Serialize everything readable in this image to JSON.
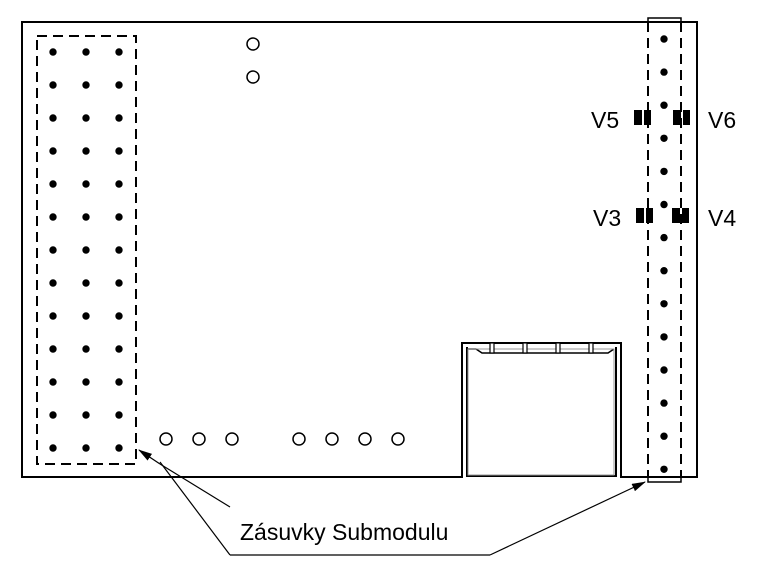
{
  "diagram": {
    "labels": {
      "v5": "V5",
      "v6": "V6",
      "v3": "V3",
      "v4": "V4",
      "callout": "Zásuvky Submodulu"
    },
    "left_header": {
      "columns": 3,
      "rows": 13
    },
    "right_header": {
      "pins": 14
    },
    "top_holes": 2,
    "bottom_holes_group1": 3,
    "bottom_holes_group2": 4,
    "connector_slots": 4,
    "colors": {
      "stroke": "#000000",
      "background": "#ffffff"
    }
  }
}
